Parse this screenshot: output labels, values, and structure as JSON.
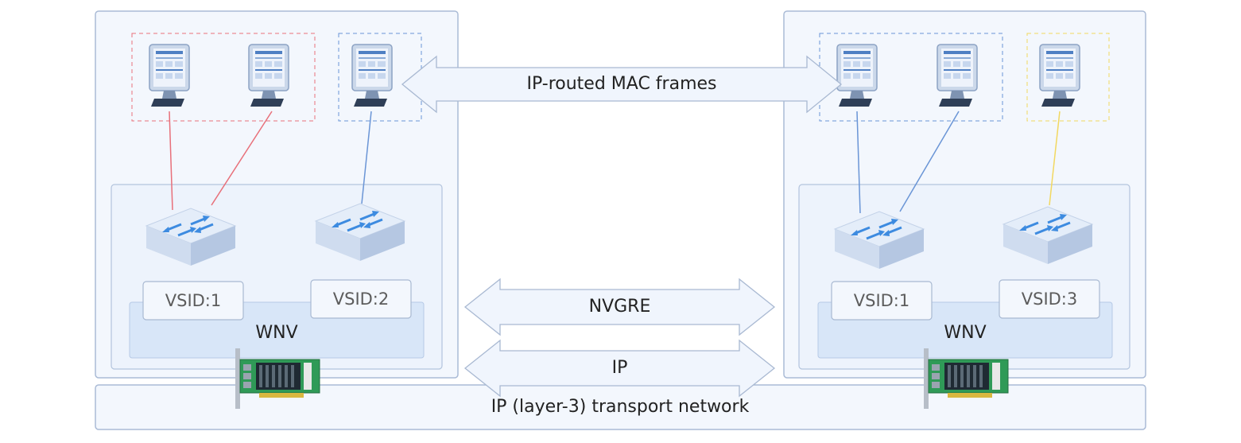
{
  "arrows": {
    "top_label": "IP-routed MAC frames",
    "mid_label": "NVGRE",
    "bottom_label": "IP"
  },
  "network": {
    "label": "IP (layer-3) transport network"
  },
  "hosts": [
    {
      "wnv_label": "WNV",
      "vsids": [
        "VSID:1",
        "VSID:2"
      ]
    },
    {
      "wnv_label": "WNV",
      "vsids": [
        "VSID:1",
        "VSID:3"
      ]
    }
  ],
  "colors": {
    "panel_fill": "#f3f7fd",
    "panel_stroke": "#aabbd6",
    "wnv_fill": "#d8e6f8",
    "vsid_red": "#e8707a",
    "vsid_blue": "#6a95d6",
    "vsid_yellow": "#f2d860",
    "arrow_fill": "#f0f5fd",
    "nic_green": "#2f9a57"
  },
  "icons": [
    "monitor-icon",
    "switch-icon",
    "network-card-icon",
    "double-arrow-icon"
  ]
}
